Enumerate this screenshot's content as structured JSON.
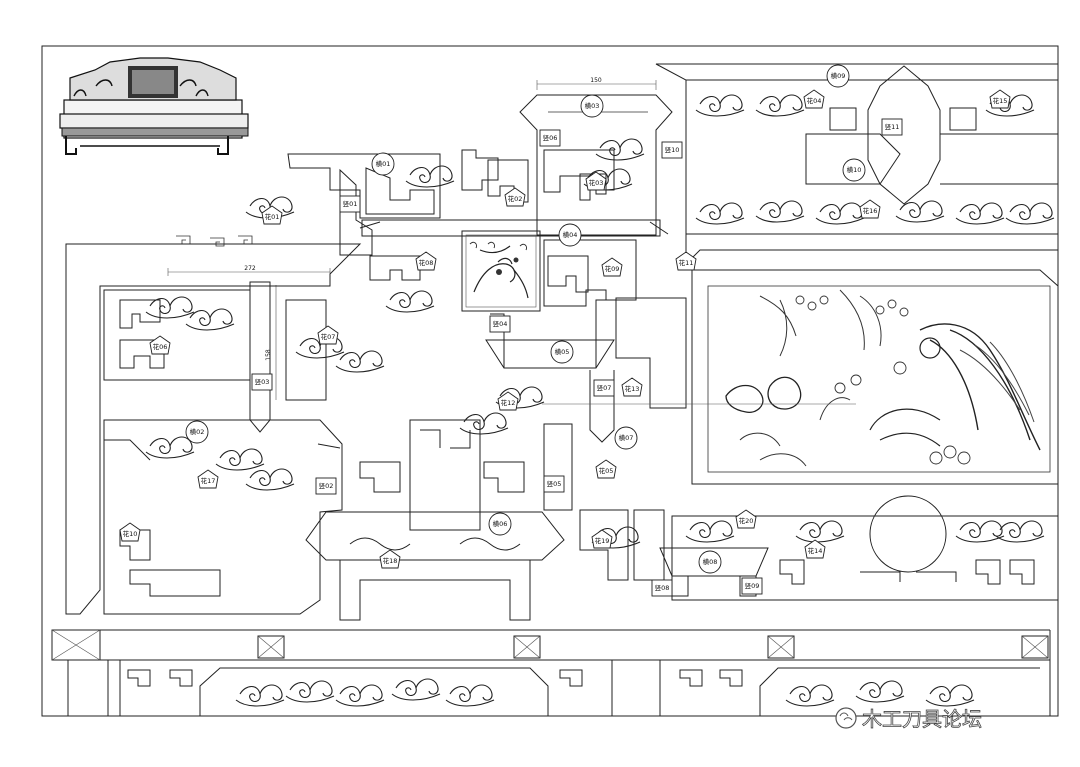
{
  "labels": {
    "heng01": "横01",
    "heng02": "横02",
    "heng03": "横03",
    "heng04": "横04",
    "heng05": "横05",
    "heng06": "横06",
    "heng07": "横07",
    "heng08": "横08",
    "heng09": "横09",
    "heng10": "横10",
    "shu01": "竖01",
    "shu02": "竖02",
    "shu03": "竖03",
    "shu04": "竖04",
    "shu05": "竖05",
    "shu06": "竖06",
    "shu07": "竖07",
    "shu08": "竖08",
    "shu09": "竖09",
    "shu10": "竖10",
    "shu11": "竖11",
    "hua01": "花01",
    "hua02": "花02",
    "hua03": "花03",
    "hua04": "花04",
    "hua05": "花05",
    "hua06": "花06",
    "hua07": "花07",
    "hua08": "花08",
    "hua09": "花09",
    "hua10": "花10",
    "hua11": "花11",
    "hua12": "花12",
    "hua13": "花13",
    "hua14": "花14",
    "hua15": "花15",
    "hua16": "花16",
    "hua17": "花17",
    "hua18": "花18",
    "hua19": "花19",
    "hua20": "花20"
  },
  "dimensions": {
    "top": "150",
    "left": "272",
    "vertical": "158"
  },
  "watermark": "木工刀具论坛"
}
